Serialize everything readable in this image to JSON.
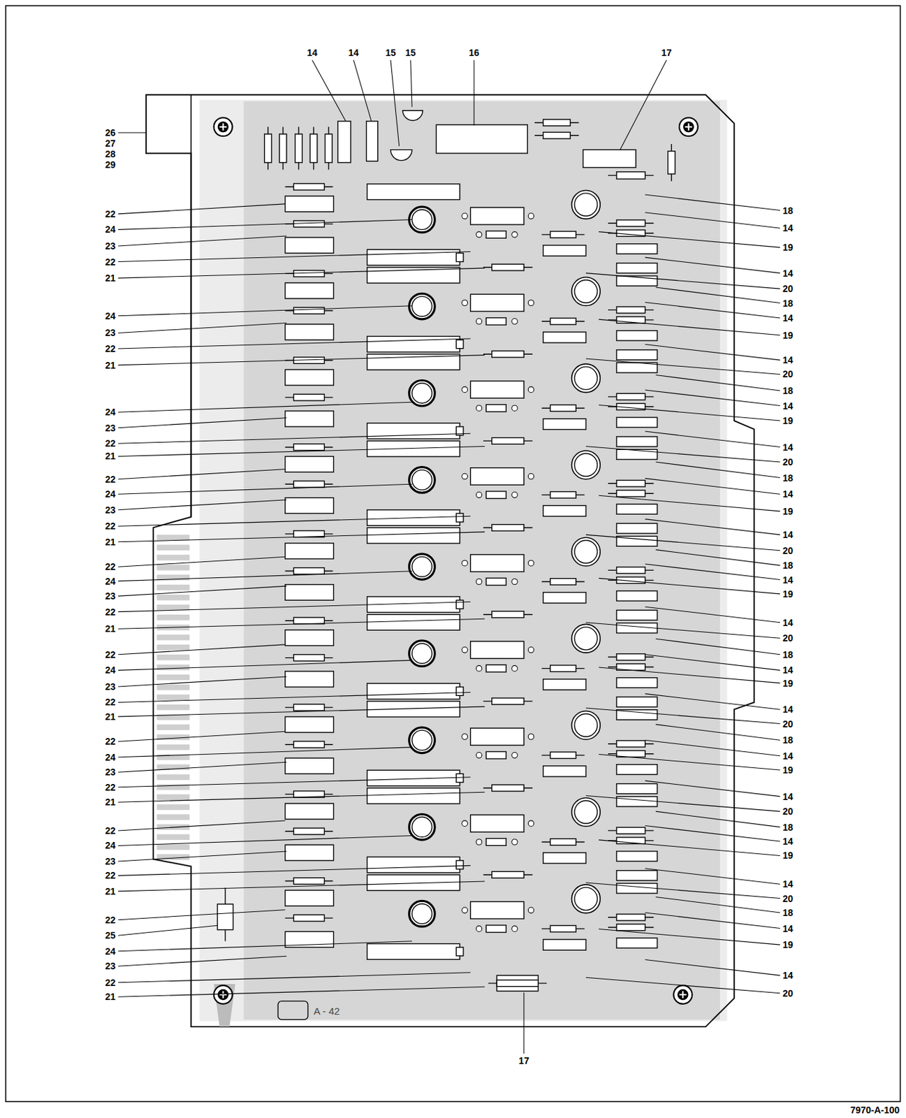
{
  "diagram": {
    "labels": [
      "14",
      "14",
      "15",
      "15",
      "16",
      "17",
      "26",
      "27",
      "28",
      "29",
      "22",
      "24",
      "23",
      "22",
      "21",
      "24",
      "23",
      "22",
      "21",
      "24",
      "23",
      "22",
      "21",
      "22",
      "24",
      "23",
      "22",
      "21",
      "22",
      "24",
      "23",
      "22",
      "21",
      "22",
      "24",
      "23",
      "22",
      "21",
      "22",
      "24",
      "23",
      "22",
      "21",
      "22",
      "24",
      "23",
      "22",
      "21",
      "22",
      "25",
      "24",
      "23",
      "22",
      "21",
      "18",
      "14",
      "19",
      "14",
      "20",
      "18",
      "14",
      "19",
      "14",
      "20",
      "18",
      "14",
      "19",
      "14",
      "20",
      "18",
      "14",
      "19",
      "14",
      "20",
      "18",
      "14",
      "19",
      "14",
      "20",
      "18",
      "14",
      "19",
      "14",
      "20",
      "18",
      "14",
      "19",
      "14",
      "20",
      "18",
      "14",
      "19",
      "14",
      "20",
      "18",
      "14",
      "19",
      "14",
      "20",
      "17",
      "A - 42",
      "7970-A-100"
    ]
  }
}
